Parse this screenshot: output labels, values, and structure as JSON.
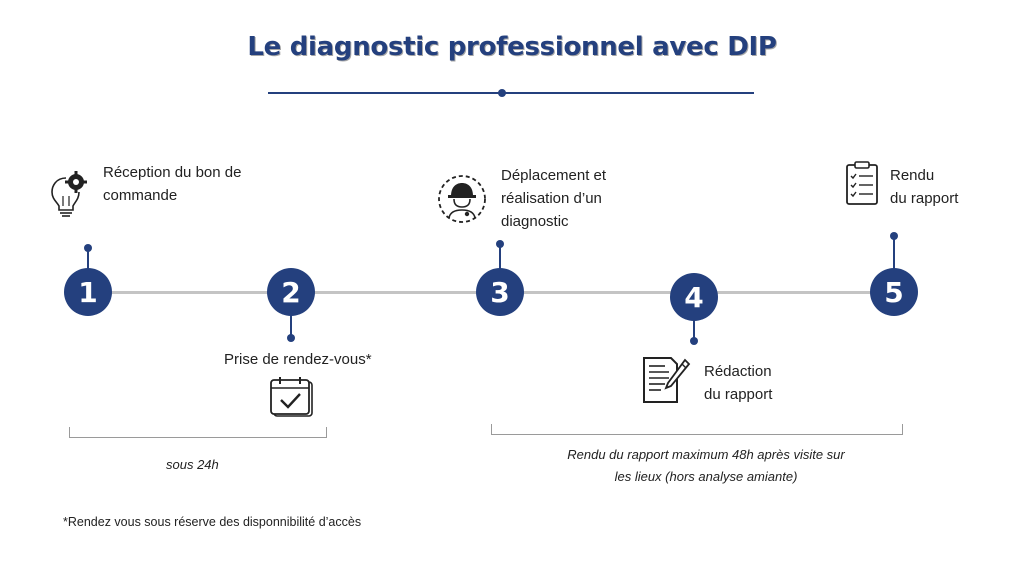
{
  "title": "Le diagnostic professionnel avec DIP",
  "steps": [
    {
      "number": "1",
      "label_lines": [
        "Réception du bon de",
        "commande"
      ],
      "icon": "lightbulb-gear-icon"
    },
    {
      "number": "2",
      "label_lines": [
        "Prise de rendez-vous*"
      ],
      "icon": "calendar-check-icon"
    },
    {
      "number": "3",
      "label_lines": [
        "Déplacement et",
        "réalisation d’un",
        "diagnostic"
      ],
      "icon": "technician-helmet-icon"
    },
    {
      "number": "4",
      "label_lines": [
        "Rédaction",
        "du rapport"
      ],
      "icon": "document-pen-icon"
    },
    {
      "number": "5",
      "label_lines": [
        "Rendu",
        "du rapport"
      ],
      "icon": "clipboard-checklist-icon"
    }
  ],
  "durations": {
    "first": "sous 24h",
    "second_lines": [
      "Rendu du rapport maximum 48h après visite sur",
      "les lieux (hors analyse amiante)"
    ]
  },
  "footnote": "*Rendez vous sous réserve des disponnibilité d’accès",
  "colors": {
    "primary": "#24407e",
    "timeline": "#c4c4c4",
    "bracket": "#9a9a9a"
  }
}
